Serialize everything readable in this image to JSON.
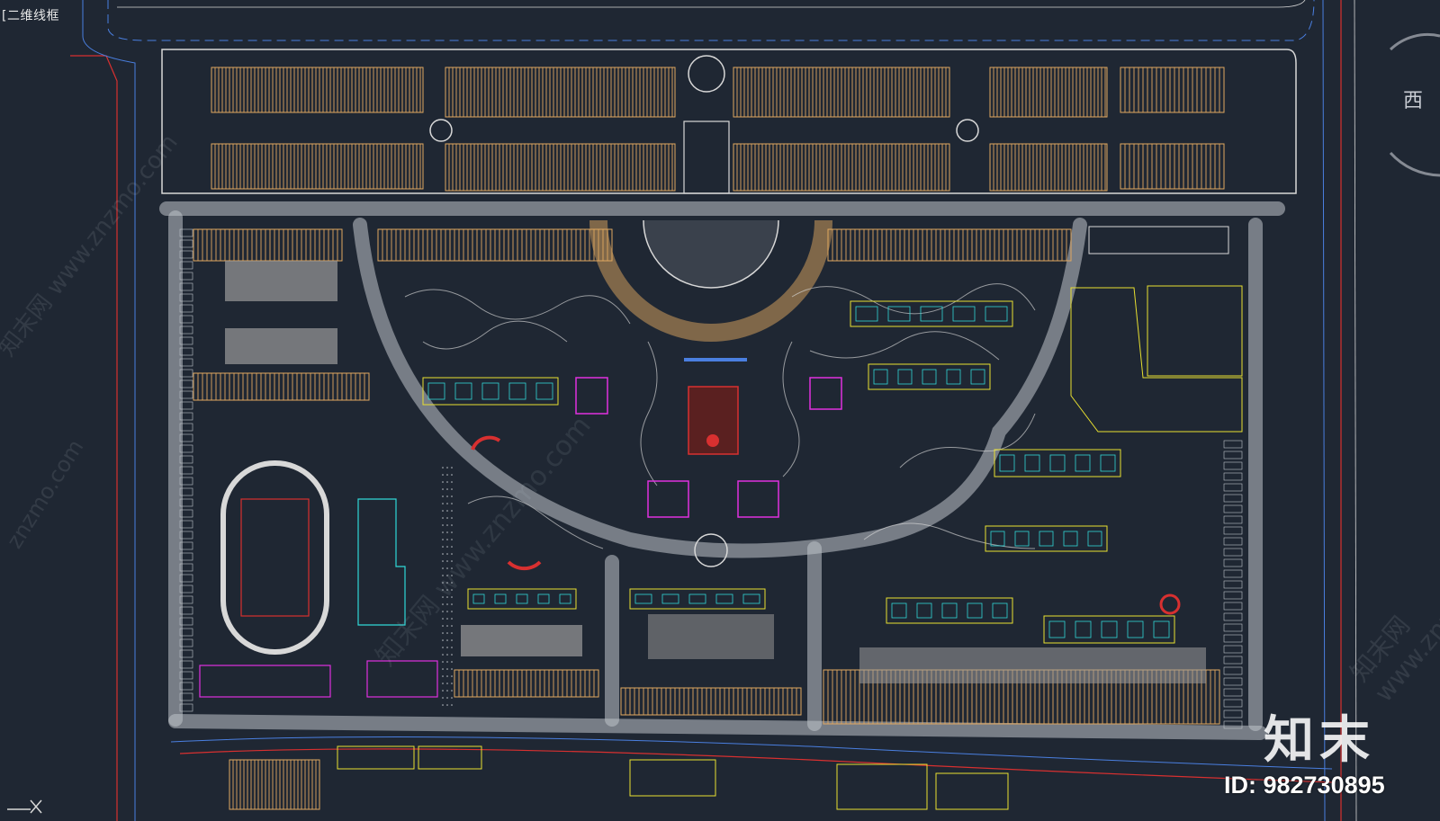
{
  "viewport": {
    "view_label": "[二维线框",
    "compass_direction": "西",
    "background_color": "#1f2733"
  },
  "layer_colors": {
    "buildings": "#e0a860",
    "landscape": "#d8d8d8",
    "roads": "#bfc4ca",
    "boundary_red": "#d83030",
    "boundary_blue": "#4a7fe0",
    "accent_yellow": "#e8e030",
    "accent_cyan": "#30d8d8",
    "accent_magenta": "#e030e0"
  },
  "watermark": {
    "site_text": "知末网 www.znzmo.com",
    "site_text_2": "znzmo.com",
    "logo": "知末",
    "id_text": "ID: 982730895"
  },
  "icons": {
    "ucs": "ucs-axis-icon"
  }
}
